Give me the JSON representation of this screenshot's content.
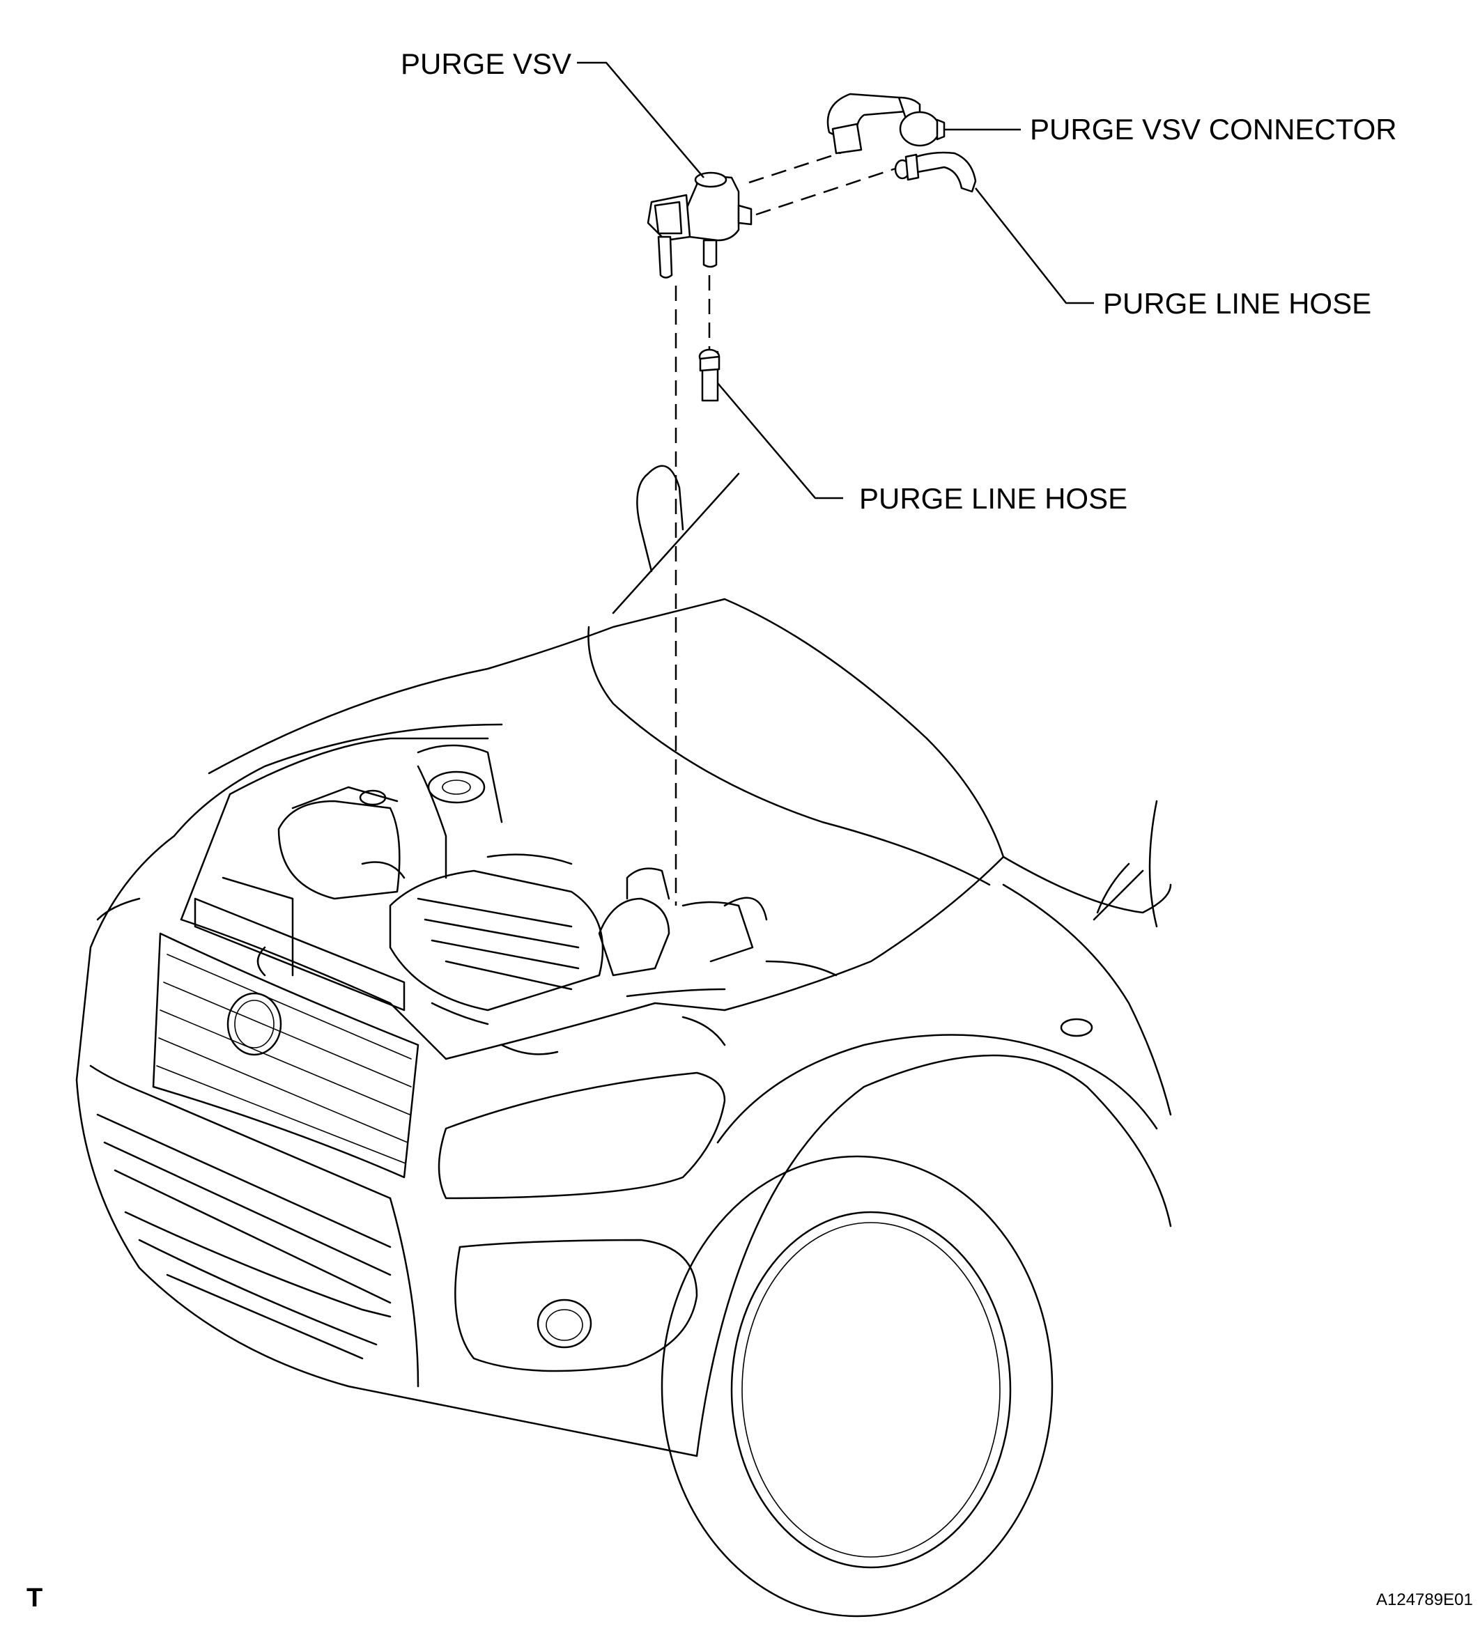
{
  "labels": {
    "purge_vsv": "PURGE VSV",
    "purge_vsv_connector": "PURGE VSV CONNECTOR",
    "purge_line_hose_upper": "PURGE LINE HOSE",
    "purge_line_hose_lower": "PURGE LINE HOSE"
  },
  "corner_mark": "T",
  "figure_id": "A124789E01"
}
